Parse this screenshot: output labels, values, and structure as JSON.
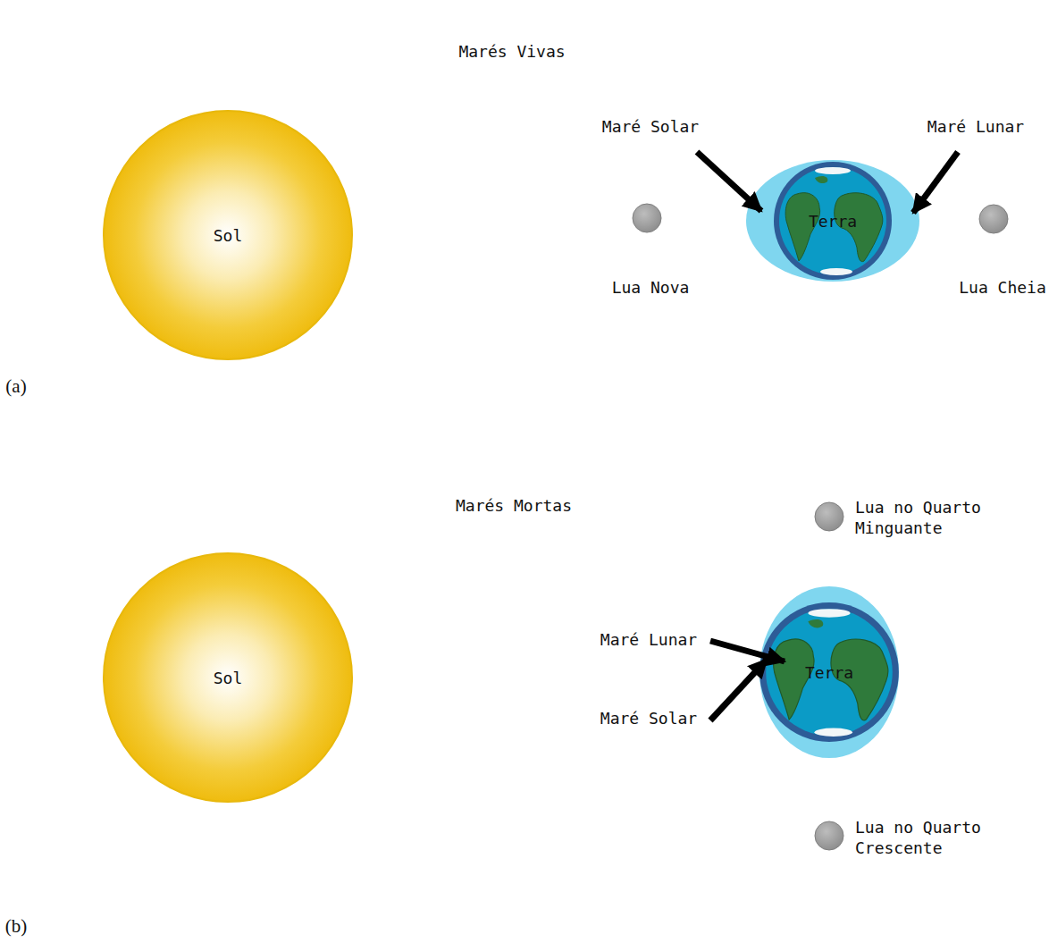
{
  "diagram": {
    "nodes": [
      {
        "text": [
          "Sol"
        ]
      },
      {
        "text": [
          "Terra"
        ]
      },
      {
        "text": [
          "Sol"
        ]
      },
      {
        "text": [
          "Terra"
        ]
      }
    ],
    "labels": [
      "Marés Vivas",
      "Maré Solar",
      "Maré Lunar",
      "Lua Nova",
      "Lua Cheia",
      "(a)",
      "Marés Mortas",
      "Lua no Quarto Minguante",
      "Maré Lunar",
      "Maré Solar",
      "Lua no Quarto Crescente",
      "(b)"
    ]
  }
}
